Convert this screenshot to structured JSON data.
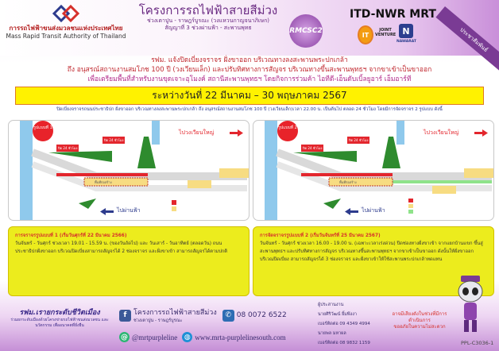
{
  "header": {
    "org_th": "การรถไฟฟ้าขนส่งมวลชนแห่งประเทศไทย",
    "org_en": "Mass Rapid Transit Authority of Thailand",
    "project": "โครงการรถไฟฟ้าสายสีม่วง",
    "section": "ช่วงเตาปูน - ราษฎร์บูรณะ (วงแหวนกาญจนาภิเษก)",
    "contract": "สัญญาที่ 3 ช่วงผ่านฟ้า - สะพานพุทธ",
    "rmc_logo": "RMCSC2",
    "jv_name": "ITD-NWR MRT",
    "it_logo": "IT",
    "jv_label": "JOINT VENTURE",
    "nawarat_logo": "N",
    "nawarat_label": "NAWARAT",
    "ribbon": "ประชาสัมพันธ์"
  },
  "announcement": {
    "line1": "รฟม. แจ้งปิดเบี่ยงจราจร ฝั่งขาออก บริเวณทางลงสะพานพระปกเกล้า",
    "line2": "ถึง อนุสรณ์สถานงานสมโภช 100 ปี (วงเวียนเล็ก) และปรับทิศทางการสัญจร บริเวณทางขึ้นสะพานพุทธฯ จากขาเข้าเป็นขาออก",
    "line3": "เพื่อเตรียมพื้นที่สำหรับงานขุดเจาะอุโมงค์ สถานีสะพานพุทธฯ โดยกิจการร่วมค้า ไอทีดี-เอ็นดับเบิ้ลยูอาร์ เอ็มอาร์ที",
    "banner": "ระหว่างวันที่ 22 มีนาคม – 30 พฤษภาคม 2567",
    "subline": "ปิดเบี่ยงจราจรถนนประชาธิปก ฝั่งขาออก บริเวณทางลงสะพานพระปกเกล้า ถึง อนุสรณ์สถานงานสมโภช 100 ปี (วงเวียนเล็ก)เวลา 22.00 น. เป็นต้นไป ตลอด 24 ชั่วโมง โดยมีการจัดจราจร 2 รูปแบบ ดังนี้"
  },
  "maps": [
    {
      "badge": "รูปแบบที่ 1",
      "to_wongwian_yai": "ไปวงเวียนใหญ่",
      "to_phan_fa": "ไปผ่านฟ้า",
      "closed_1": "ปิด 24 ชั่วโมง",
      "closed_2": "ปิด 24 ชั่วโมง",
      "work_area": "พื้นที่ก่อสร้าง"
    },
    {
      "badge": "รูปแบบที่ 2",
      "to_wongwian_yai": "ไปวงเวียนใหญ่",
      "to_phan_fa": "ไปผ่านฟ้า",
      "closed_1": "ปิด 24 ชั่วโมง",
      "closed_2": "ปิด 24 ชั่วโมง",
      "work_area": "พื้นที่ก่อสร้าง"
    }
  ],
  "boxes": [
    {
      "title": "การจราจรรูปแบบที่ 1 (เริ่มวันศุกร์ที่ 22 มีนาคม 2566)",
      "body": "วันจันทร์ - วันศุกร์ ช่วงเวลา 19.01 - 15.59 น. (ของวันถัดไป) และ วันเสาร์ - วันอาทิตย์ (ตลอดวัน) ถนนประชาธิปกฝั่งขาออก บริเวณปิดเบี่ยงสามารถสัญจรได้ 2 ช่องจราจร และฝั่งขาเข้า สามารถสัญจรได้ตามปกติ"
    },
    {
      "title": "การจัดจราจรรูปแบบที่ 2 (เริ่มวันจันทร์ที่ 25 มีนาคม 2567)",
      "body": "วันจันทร์ - วันศุกร์ ช่วงเวลา 16.00 - 19.00 น. (เฉพาะเวลาเร่งด่วน) ปิดช่องทางฝั่งขาเข้า จากแยกบ้านแขก ขึ้นสู่สะพานพุทธฯ และปรับทิศทางการสัญจร บริเวณทางขึ้นสะพานพุทธฯ จากขาเข้าเป็นขาออก ดังนั้นให้ฝั่งขาออก บริเวณปิดเบี่ยง สามารถสัญจรได้ 3 ช่องจราจร และฝั่งขาเข้าให้ใช้สะพานพระปกเกล้าทดแทน"
    }
  ],
  "footer": {
    "slogan": "รฟม.เรายกระดับชีวิตเมือง",
    "slogan_sub": "ร่วมยกระดับเมืองด้วยโครงข่ายรถไฟฟ้าขนส่งมวลชน และนวัตกรรม เพื่ออนาคตที่ยั่งยืน",
    "facebook": "โครงการรถไฟฟ้าสายสีม่วง",
    "facebook_sub": "ช่วงเตาปูน - ราษฎร์บูรณะ",
    "phone": "08 0072 6522",
    "line_id": "@mrtpurpleline",
    "website": "www.mrta-purplelinesouth.com",
    "contact_title": "ผู้ประสานงาน",
    "contact1_name": "นายศิริวัฒน์ ยิ้มพึงงา",
    "contact1_phone": "เบอร์ติดต่อ 09 4349 4994",
    "contact2_name": "นายพล มหาผล",
    "contact2_phone": "เบอร์ติดต่อ 08 9832 1159",
    "apology1": "อาจมีเสียงดังในช่วงที่มีการดำเนินการ",
    "apology2": "ขออภัยในความไม่สะดวก",
    "code": "PPL-C3036-1"
  }
}
